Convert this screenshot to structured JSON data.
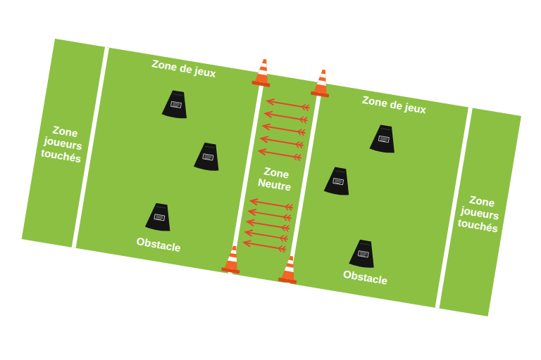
{
  "diagram": {
    "nodes": [
      {
        "text": [
          "Zone joueurs touchés"
        ]
      },
      {
        "text": [
          "Zone de jeux"
        ]
      },
      {
        "text": [
          "Zone Neutre"
        ]
      },
      {
        "text": [
          "Zone de jeux"
        ]
      },
      {
        "text": [
          "Zone joueurs touchés"
        ]
      }
    ],
    "labels": [
      "Obstacle",
      "Obstacle"
    ]
  }
}
